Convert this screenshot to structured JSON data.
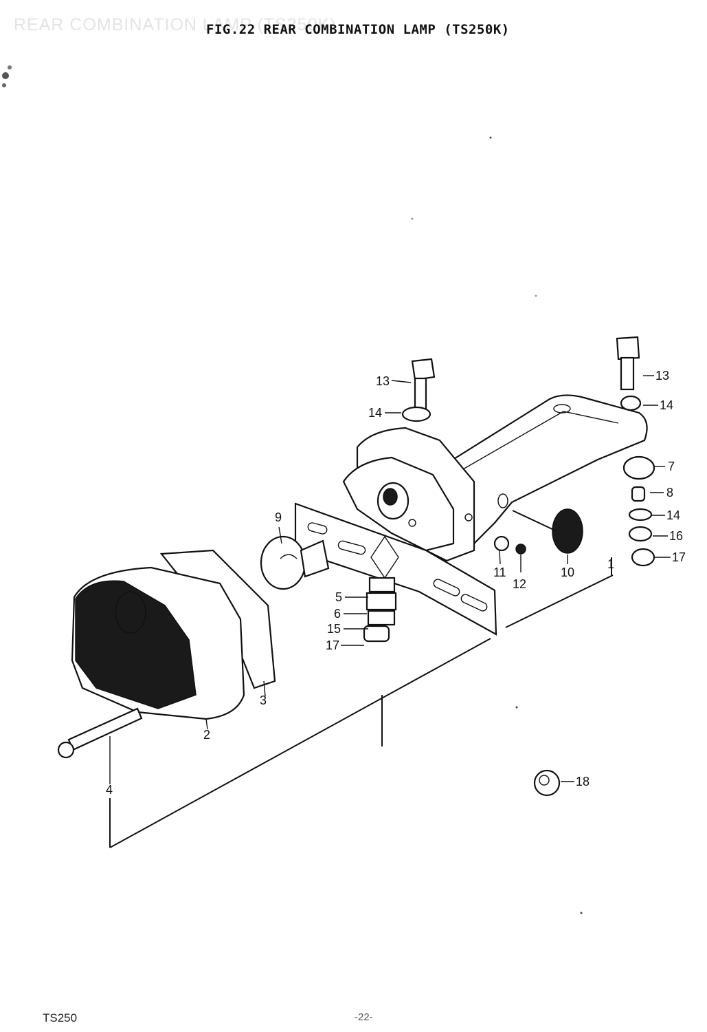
{
  "header": {
    "ghost_text": "REAR COMBINATION LAMP (TS250K)",
    "title": "FIG.22  REAR COMBINATION LAMP (TS250K)"
  },
  "footer": {
    "model": "TS250",
    "page": "-22-"
  },
  "callouts": [
    {
      "id": "13a",
      "label": "13"
    },
    {
      "id": "14a",
      "label": "14"
    },
    {
      "id": "13b",
      "label": "13"
    },
    {
      "id": "14b",
      "label": "14"
    },
    {
      "id": "7",
      "label": "7"
    },
    {
      "id": "8",
      "label": "8"
    },
    {
      "id": "14c",
      "label": "14"
    },
    {
      "id": "16",
      "label": "16"
    },
    {
      "id": "17a",
      "label": "17"
    },
    {
      "id": "9",
      "label": "9"
    },
    {
      "id": "11",
      "label": "11"
    },
    {
      "id": "12",
      "label": "12"
    },
    {
      "id": "10",
      "label": "10"
    },
    {
      "id": "1",
      "label": "1"
    },
    {
      "id": "5",
      "label": "5"
    },
    {
      "id": "6",
      "label": "6"
    },
    {
      "id": "15",
      "label": "15"
    },
    {
      "id": "17b",
      "label": "17"
    },
    {
      "id": "3",
      "label": "3"
    },
    {
      "id": "2",
      "label": "2"
    },
    {
      "id": "4",
      "label": "4"
    },
    {
      "id": "18",
      "label": "18"
    }
  ]
}
